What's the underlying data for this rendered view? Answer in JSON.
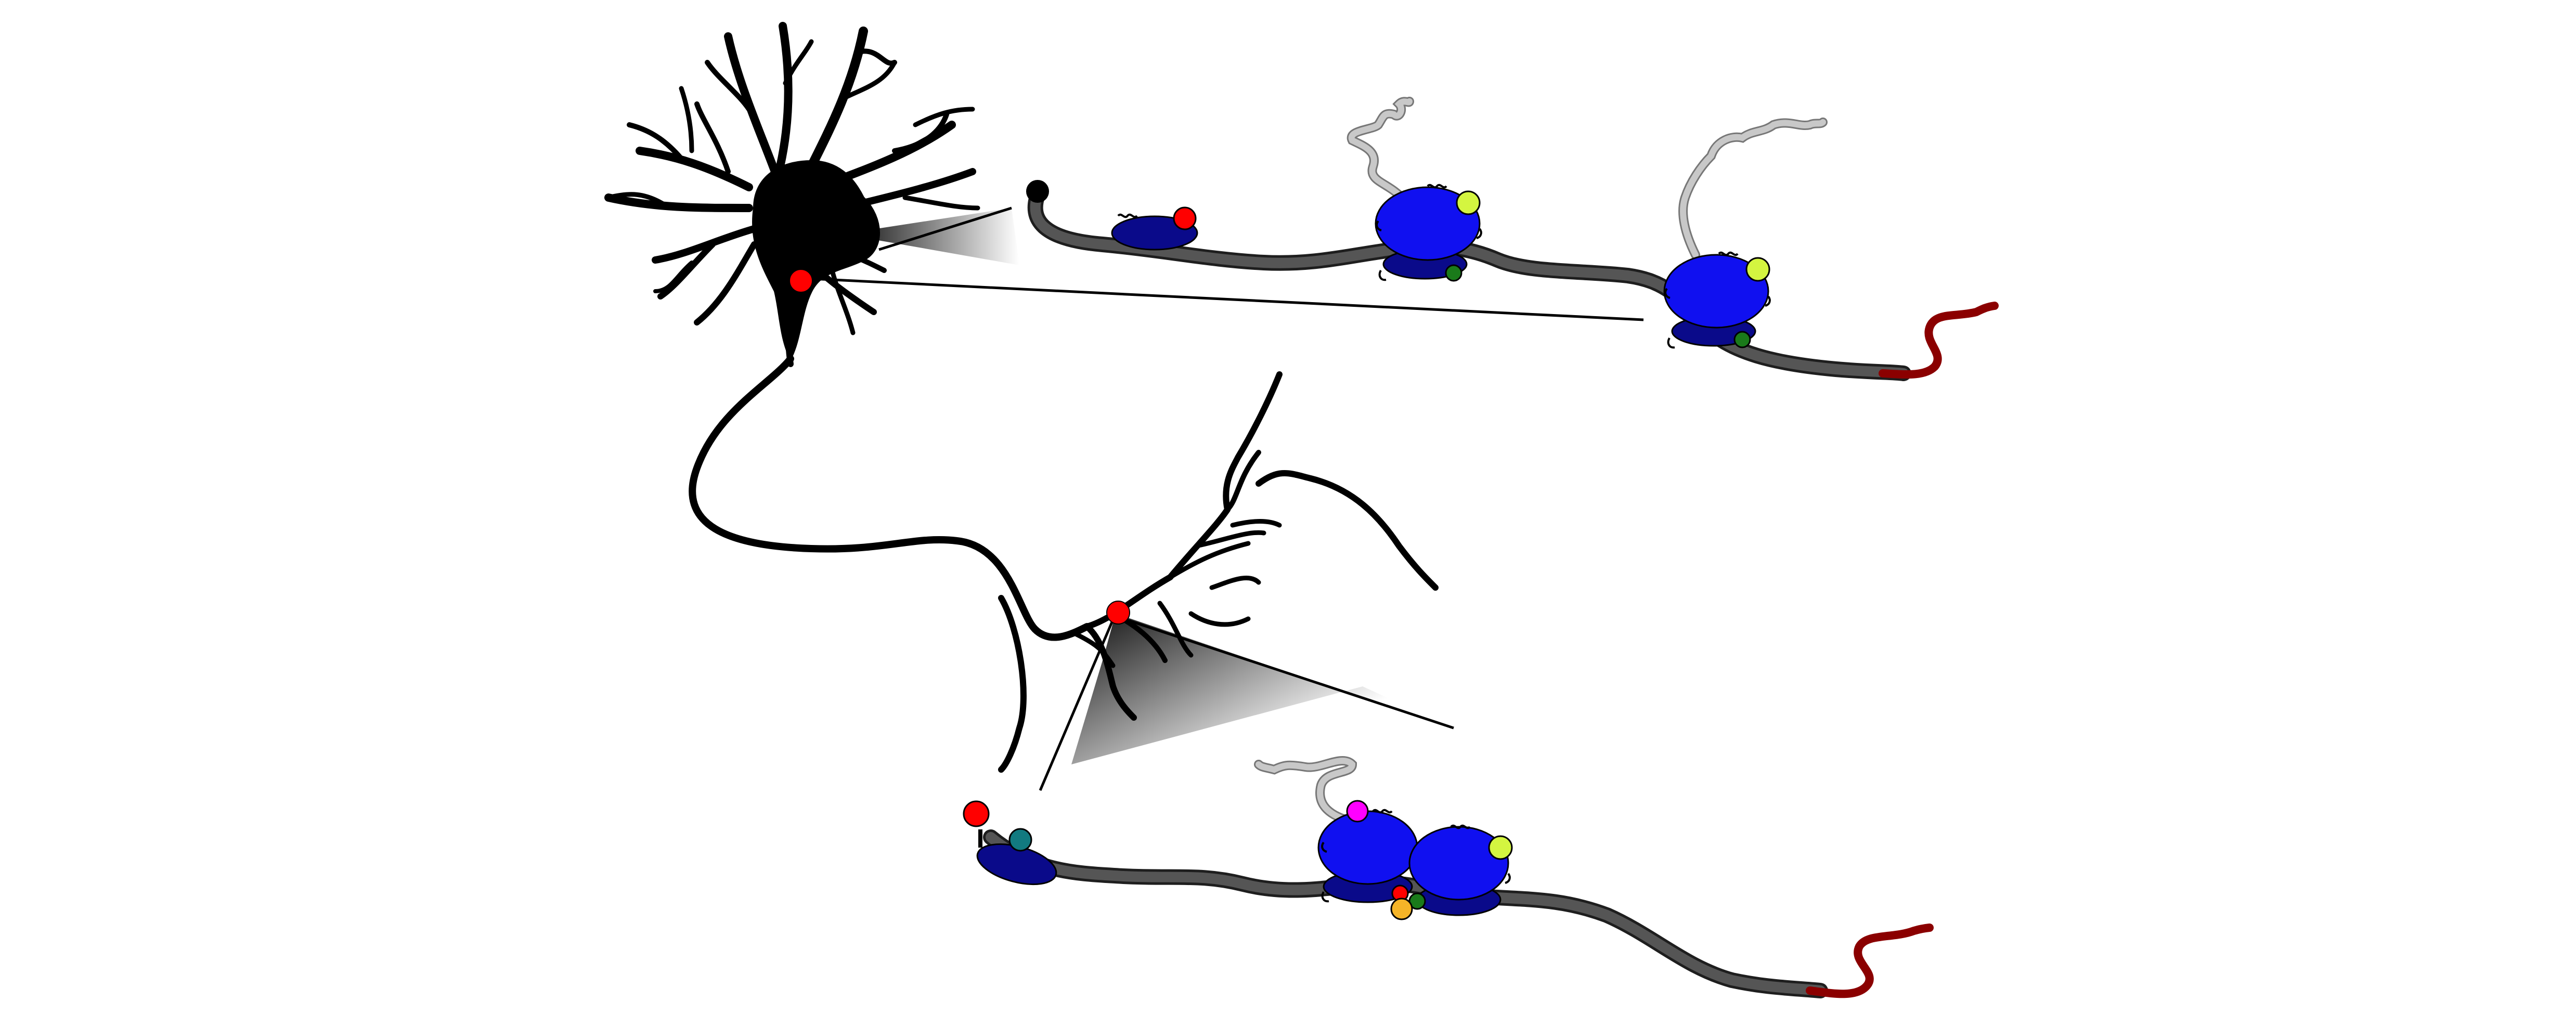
{
  "figure": {
    "background": "#ffffff",
    "colors": {
      "neuron": "#000000",
      "mrna": "#555555",
      "mrna_outline": "#1e1e1e",
      "large_subunit": "#1010f0",
      "small_subunit": "#0a0a8a",
      "nascent_peptide": "#b4b4b4",
      "poly_a_tail": "#8b0000",
      "site_red": "#ff0000",
      "site_lime": "#d4f540",
      "site_green": "#1a7a1a",
      "site_magenta": "#ff00ff",
      "site_teal": "#127a80",
      "site_orange": "#f5b428"
    },
    "panels": [
      {
        "name": "soma-translation",
        "ribosomes": 2
      },
      {
        "name": "dendrite-translation",
        "ribosomes": 2
      }
    ]
  }
}
